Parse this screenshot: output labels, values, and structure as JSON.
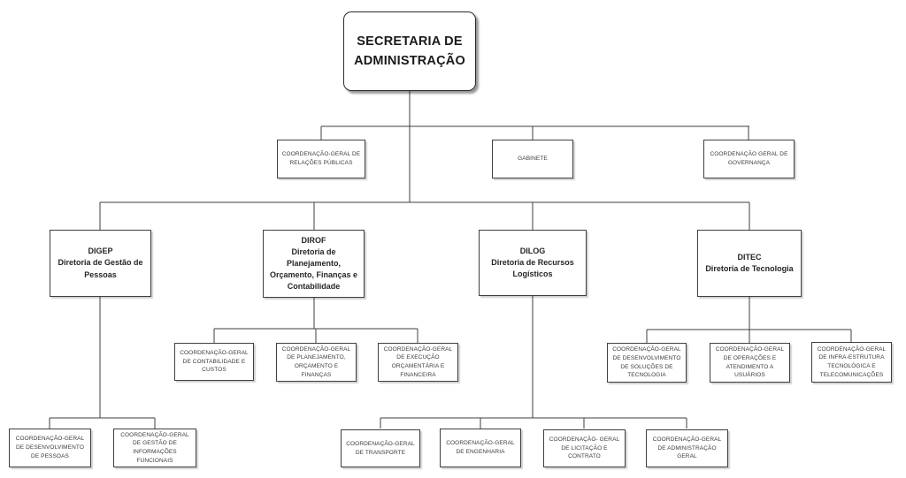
{
  "chart": {
    "root": {
      "label": "SECRETARIA DE ADMINISTRAÇÃO"
    },
    "level2": [
      {
        "label": "COORDENAÇÃO-GERAL DE RELAÇÕES PÚBLICAS"
      },
      {
        "label": "GABINETE"
      },
      {
        "label": "COORDENAÇÃO GERAL DE GOVERNANÇA"
      }
    ],
    "directorates": [
      {
        "acronym": "DIGEP",
        "name": "Diretoria de Gestão de Pessoas"
      },
      {
        "acronym": "DIROF",
        "name": "Diretoria de Planejamento, Orçamento, Finanças e Contabilidade"
      },
      {
        "acronym": "DILOG",
        "name": "Diretoria de Recursos Logísticos"
      },
      {
        "acronym": "DITEC",
        "name": "Diretoria de Tecnologia"
      }
    ],
    "digep_children": [
      {
        "label": "COORDENAÇÃO-GERAL DE DESENVOLVIMENTO DE PESSOAS"
      },
      {
        "label": "COORDENAÇÃO-GERAL DE GESTÃO DE INFORMAÇÕES FUNCIONAIS"
      }
    ],
    "dirof_children": [
      {
        "label": "COORDENAÇÃO-GERAL DE CONTABILIDADE E CUSTOS"
      },
      {
        "label": "COORDENAÇÃO-GERAL DE PLANEJAMENTO, ORÇAMENTO E FINANÇAS"
      },
      {
        "label": "COORDENAÇÃO-GERAL DE EXECUÇÃO ORÇAMENTÁRIA E FINANCEIRA"
      }
    ],
    "dilog_children": [
      {
        "label": "COORDENAÇÃO-GERAL DE TRANSPORTE"
      },
      {
        "label": "COORDENAÇÃO-GERAL DE ENGENHARIA"
      },
      {
        "label": "COORDENAÇÃO- GERAL DE LICITAÇÃO E CONTRATO"
      },
      {
        "label": "COORDENAÇÃO-GERAL DE ADMINISTRAÇÃO GERAL"
      }
    ],
    "ditec_children": [
      {
        "label": "COORDENAÇÃO-GERAL DE DESENVOLVIMENTO DE SOLUÇÕES DE TECNOLOGIA"
      },
      {
        "label": "COORDENAÇÃO-GERAL DE OPERAÇÕES E ATENDIMENTO A USUÁRIOS"
      },
      {
        "label": "COORDENAÇÃO-GERAL DE INFRA-ESTRUTURA TECNOLÓGICA E TELECOMUNICAÇÕES"
      }
    ]
  },
  "colors": {
    "background": "#ffffff",
    "box_background": "#ffffff",
    "box_border": "#3f3f3f",
    "connector_line": "#3f3f3f",
    "text": "#333333"
  }
}
